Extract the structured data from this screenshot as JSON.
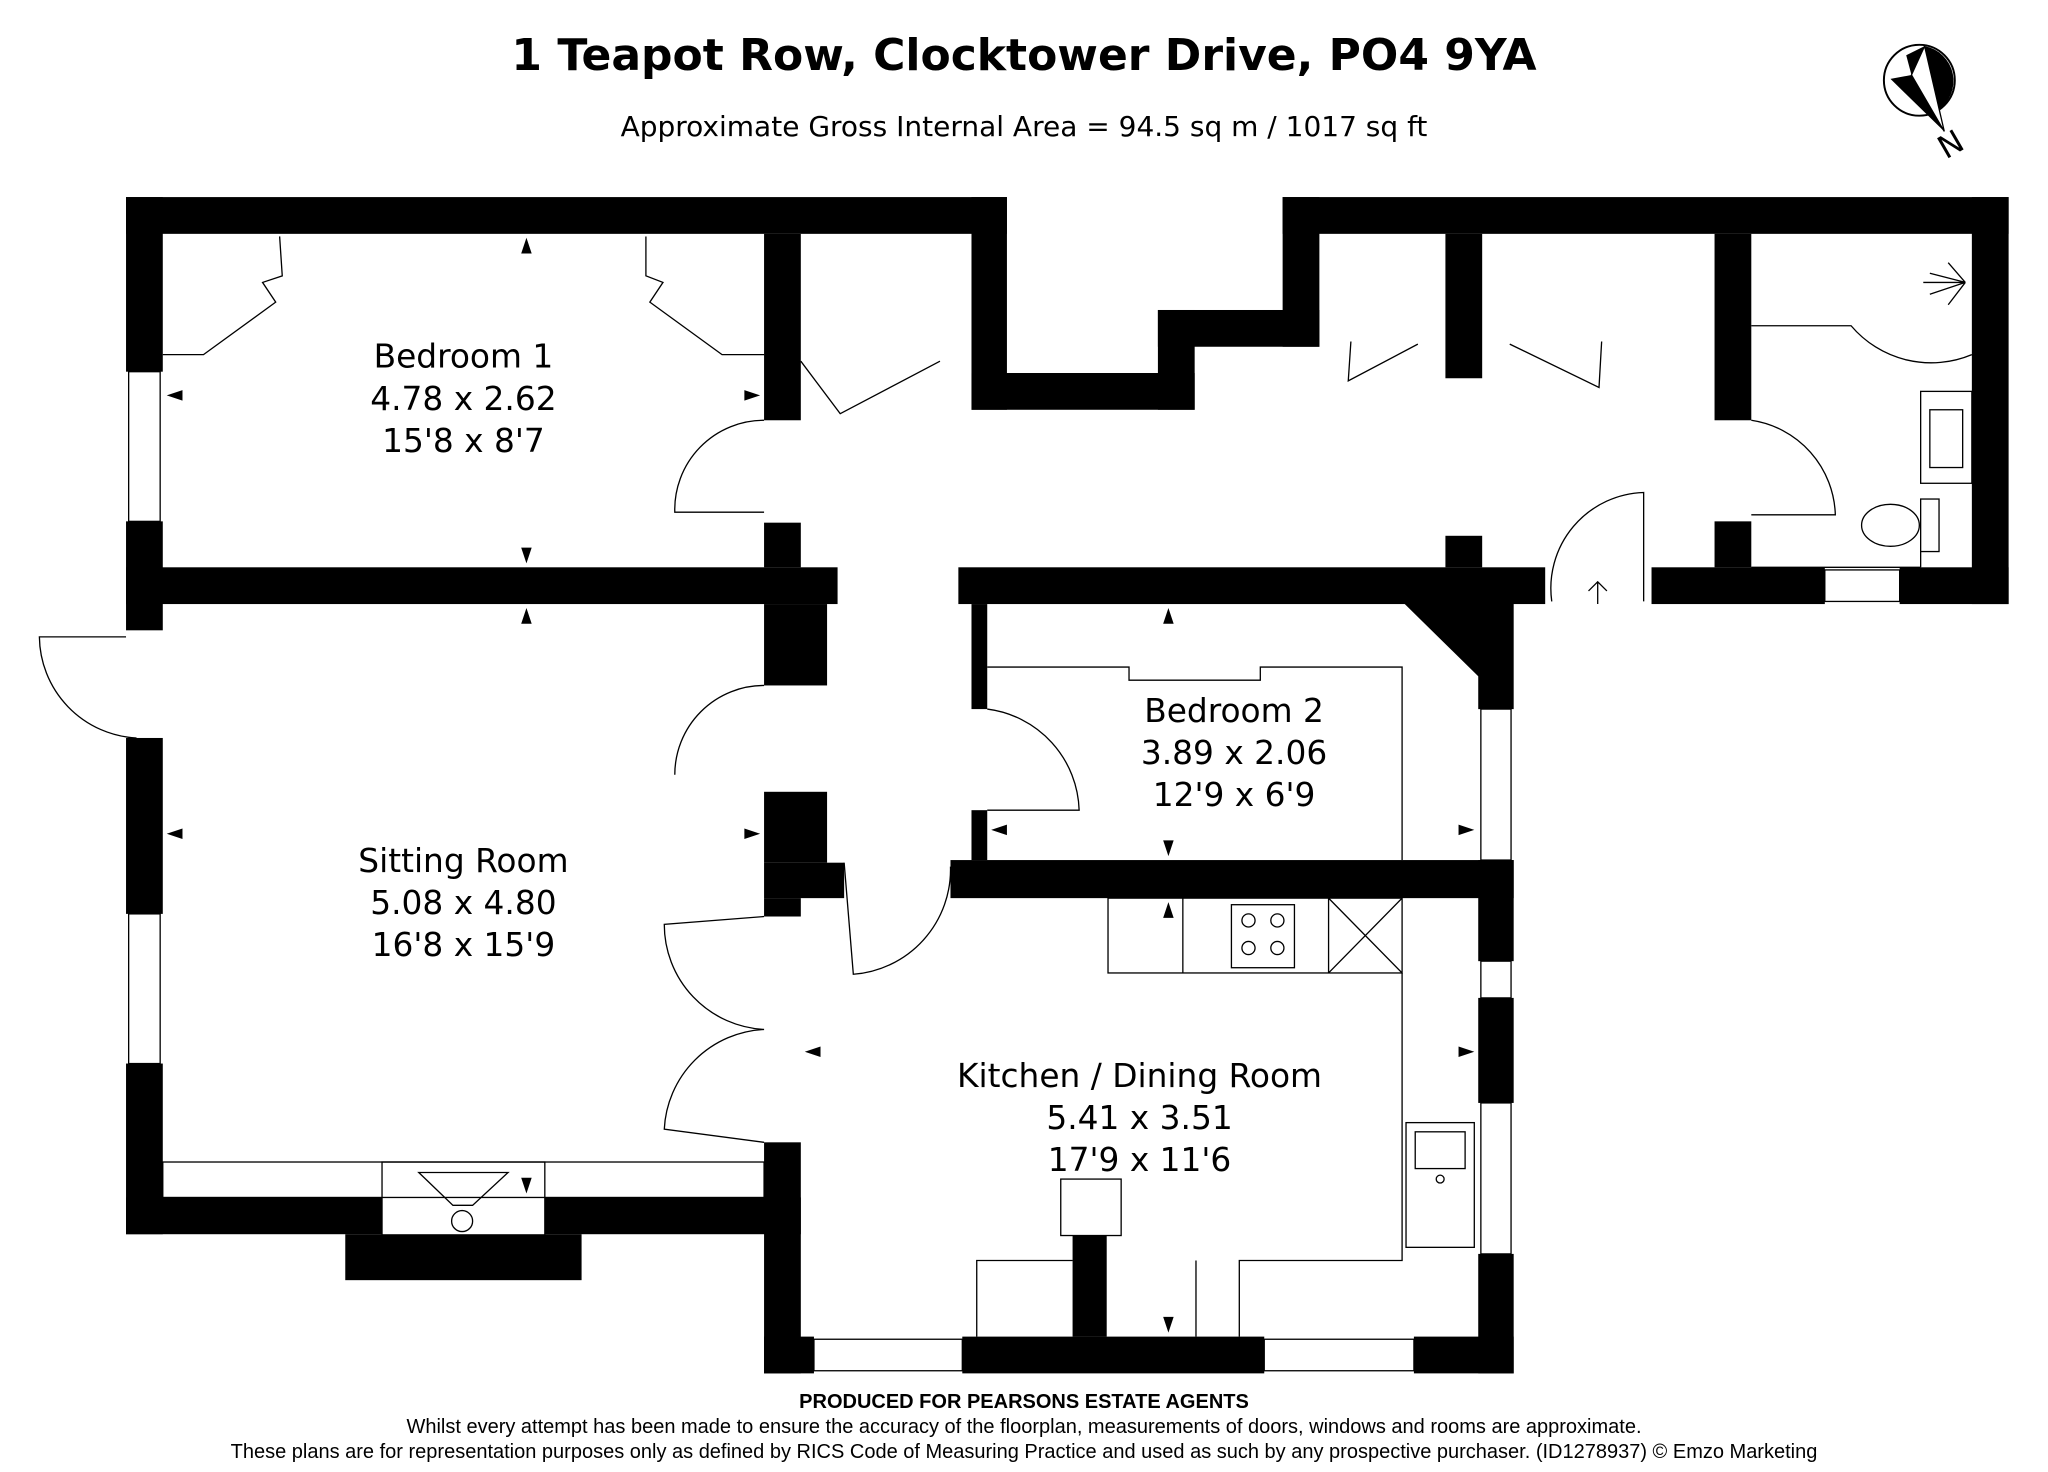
{
  "header": {
    "title": "1 Teapot Row, Clocktower Drive, PO4 9YA",
    "subtitle": "Approximate Gross Internal Area = 94.5 sq m / 1017 sq ft"
  },
  "compass": {
    "label": "N",
    "icon": "north-arrow-icon"
  },
  "rooms": [
    {
      "name": "Bedroom 1",
      "metric": "4.78 x 2.62",
      "imperial": "15'8 x 8'7"
    },
    {
      "name": "Bedroom 2",
      "metric": "3.89 x 2.06",
      "imperial": "12'9 x 6'9"
    },
    {
      "name": "Sitting Room",
      "metric": "5.08 x 4.80",
      "imperial": "16'8 x 15'9"
    },
    {
      "name": "Kitchen / Dining Room",
      "metric": "5.41 x 3.51",
      "imperial": "17'9 x 11'6"
    }
  ],
  "footer": {
    "produced": "PRODUCED FOR PEARSONS ESTATE AGENTS",
    "line1": "Whilst every attempt has been made to ensure the accuracy of the floorplan, measurements of doors, windows and rooms are approximate.",
    "line2": "These plans are for representation purposes only as defined by RICS Code of Measuring Practice and used as such by any prospective purchaser. (ID1278937) © Emzo Marketing"
  }
}
